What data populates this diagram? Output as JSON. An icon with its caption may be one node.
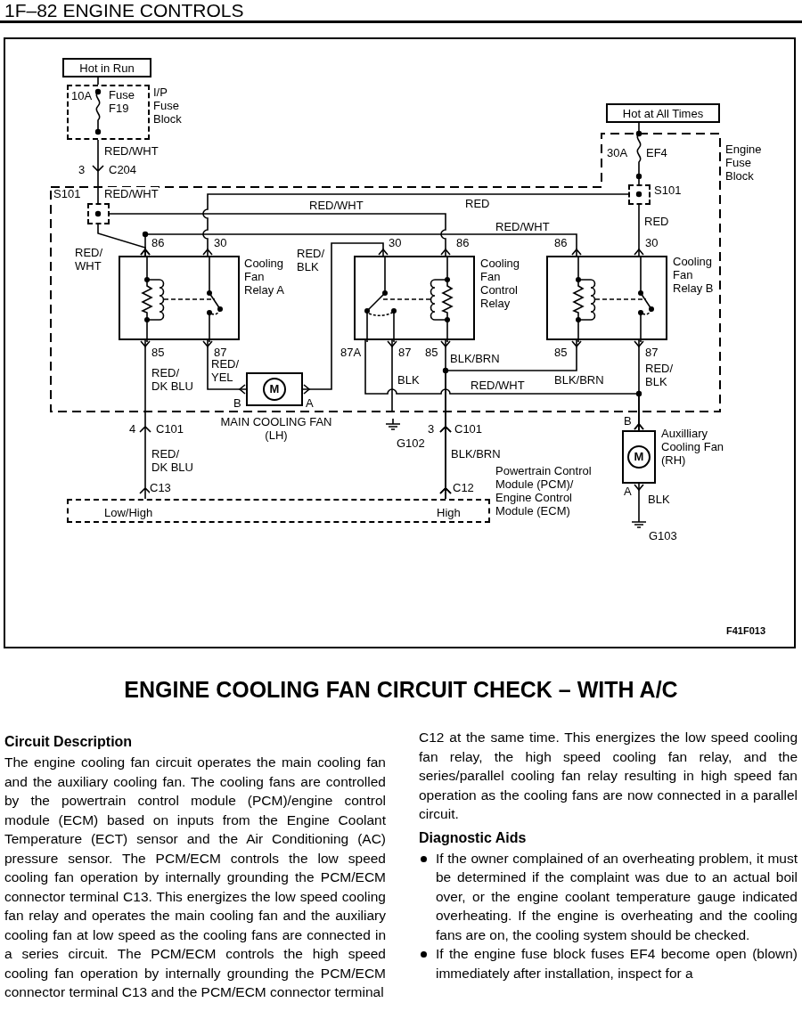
{
  "diagram": {
    "title": "ENGINE COOLING FAN CIRCUIT CHECK – WITH A/C",
    "nodes": [
      {
        "text": [
          "Hot in Run"
        ]
      },
      {
        "text": [
          "10A",
          "Fuse F19"
        ],
        "beside": [
          "I/P Fuse Block"
        ]
      },
      {
        "text": [
          "Hot at All Times"
        ]
      },
      {
        "text": [
          "30A",
          "EF4"
        ],
        "beside": [
          "Engine Fuse Block"
        ]
      },
      {
        "text": [],
        "shape": "box",
        "beside": [
          "S101"
        ],
        "in": 3
      },
      {
        "text": [],
        "shape": "box",
        "beside": [
          "S101"
        ],
        "in": 3
      },
      {
        "text": [],
        "shape": "box",
        "beside": [
          "Cooling Fan Relay A"
        ],
        "in": 3
      },
      {
        "text": [],
        "shape": "box",
        "beside": [
          "Cooling Fan Control Relay"
        ],
        "in": 3
      },
      {
        "text": [],
        "shape": "box",
        "beside": [
          "Cooling Fan Relay B"
        ],
        "in": 3
      },
      {
        "text": [
          "M"
        ],
        "beside": [
          "MAIN COOLING FAN (LH)"
        ],
        "in": 3
      },
      {
        "text": [
          "G102"
        ]
      },
      {
        "text": [
          "M"
        ],
        "beside": [
          "Auxilliary Cooling Fan (RH)"
        ]
      },
      {
        "text": [
          "Low/High",
          "High"
        ],
        "beside": [
          "Powertrain Control Module (PCM)/ Engine Control Module (ECM)"
        ]
      },
      {
        "text": [
          "G103"
        ]
      }
    ],
    "edges": [
      {
        "from": 0,
        "to": 1,
        "arrow": "none"
      },
      {
        "from": 1,
        "to": 4,
        "arrow": "to",
        "label": "RED/WHT"
      },
      {
        "from": 4,
        "to": 6,
        "arrow": "other",
        "label": "RED/ WHT"
      },
      {
        "from": 4,
        "to": 7,
        "arrow": "other",
        "label": "RED/WHT"
      },
      {
        "from": 6,
        "to": 8,
        "arrow": "other",
        "label": "RED/WHT"
      },
      {
        "from": 5,
        "to": 6,
        "arrow": "other",
        "label": "RED"
      },
      {
        "from": 5,
        "to": 8,
        "arrow": "other",
        "label": "RED"
      },
      {
        "from": 2,
        "to": 5,
        "arrow": "none"
      },
      {
        "from": 9,
        "to": 7,
        "arrow": "other",
        "label": "RED/ BLK"
      },
      {
        "from": 6,
        "to": 9,
        "arrow": "other",
        "label": "RED/ YEL"
      },
      {
        "from": 6,
        "to": 12,
        "arrow": "other",
        "label": "RED/ DK BLU"
      },
      {
        "from": 7,
        "to": 10,
        "arrow": "other",
        "label": "BLK"
      },
      {
        "from": 7,
        "to": 12,
        "arrow": "other",
        "label": "BLK/BRN"
      },
      {
        "from": 8,
        "to": 12,
        "arrow": "other",
        "label": "BLK/BRN"
      },
      {
        "from": 7,
        "to": 11,
        "arrow": "other",
        "label": "RED/WHT"
      },
      {
        "from": 8,
        "to": 11,
        "arrow": "other",
        "label": "RED/ BLK"
      },
      {
        "from": 11,
        "to": 13,
        "arrow": "other",
        "label": "BLK"
      }
    ],
    "labels": [
      "1F–82 ENGINE CONTROLS",
      "3",
      "C204",
      "RED/WHT",
      "86",
      "30",
      "30",
      "86",
      "86",
      "30",
      "85",
      "87",
      "87A",
      "87",
      "85",
      "85",
      "87",
      "B",
      "A",
      "4",
      "C101",
      "3",
      "C101",
      "B",
      "RED/ DK BLU",
      "BLK/BRN",
      "A",
      "C13",
      "C12",
      "F41F013",
      "Circuit Description",
      "The engine cooling fan circuit operates the main cooling fan and the auxiliary cooling fan. The cooling fans are controlled by the powertrain control module (PCM)/engine control module (ECM) based on inputs from the Engine Coolant Temperature (ECT) sensor and the Air Conditioning (AC) pressure sensor. The PCM/ECM controls the low speed cooling fan operation by internally grounding the PCM/ECM connector terminal C13. This energizes the low speed cooling fan relay and operates the main cooling fan and the auxiliary cooling fan at low speed as the cooling fans are connected in a series circuit. The PCM/ECM controls the high speed cooling fan operation by internally grounding the PCM/ECM connector terminal C13 and the PCM/ECM connector terminal",
      "C12 at the same time. This energizes the low speed cooling fan relay, the high speed cooling fan relay, and the series/parallel cooling fan relay resulting in high speed fan operation as the cooling fans are now connected in a parallel circuit.",
      "Diagnostic Aids",
      "If the owner complained of an overheating problem, it must be determined if the complaint was due to an actual boil over, or the engine coolant temperature gauge indicated overheating. If the engine is overheating and the cooling fans are on, the cooling system should be checked.",
      "If the engine fuse block fuses EF4 become open (blown) immediately after installation, inspect for a"
    ]
  }
}
